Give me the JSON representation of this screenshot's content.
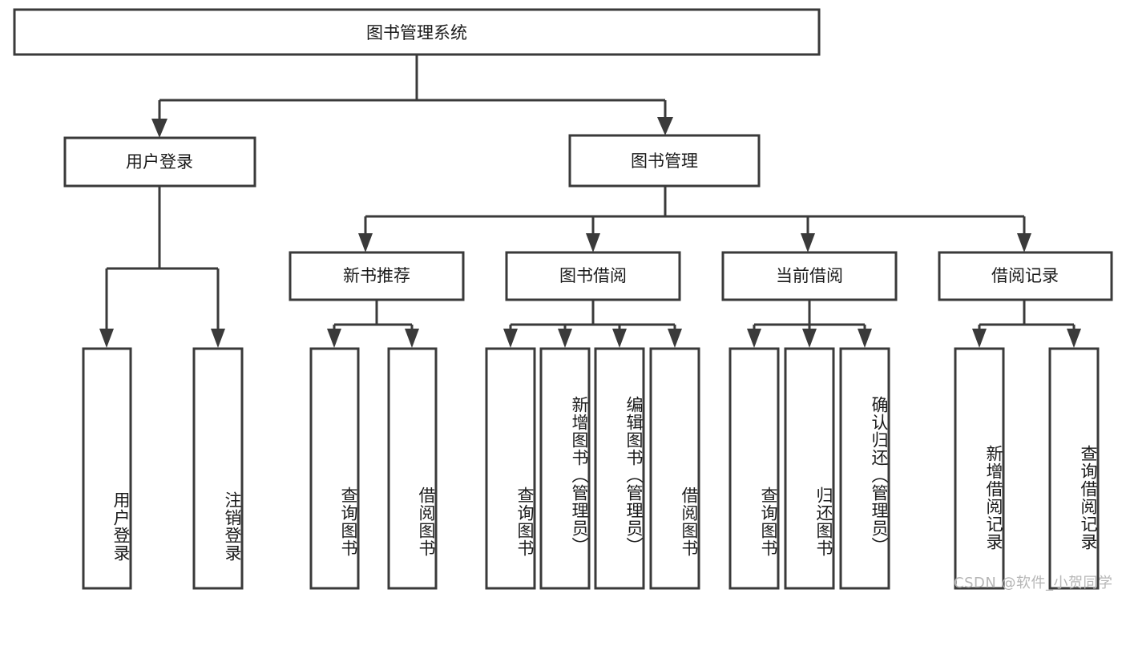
{
  "diagram": {
    "type": "tree-hierarchy",
    "title": "图书管理系统",
    "colors": {
      "box_stroke": "#3a3a3a",
      "box_fill": "#ffffff",
      "connector": "#3a3a3a",
      "text": "#1a1a1a",
      "watermark": "#b6b6b6",
      "background": "#ffffff"
    },
    "root": {
      "id": "root",
      "label": "图书管理系统",
      "orientation": "horizontal"
    },
    "level2": [
      {
        "id": "user-login",
        "label": "用户登录",
        "orientation": "horizontal"
      },
      {
        "id": "book-manage",
        "label": "图书管理",
        "orientation": "horizontal"
      }
    ],
    "level3": [
      {
        "id": "new-book-recommend",
        "label": "新书推荐",
        "orientation": "horizontal",
        "parent": "book-manage"
      },
      {
        "id": "book-borrow",
        "label": "图书借阅",
        "orientation": "horizontal",
        "parent": "book-manage"
      },
      {
        "id": "current-borrow",
        "label": "当前借阅",
        "orientation": "horizontal",
        "parent": "book-manage"
      },
      {
        "id": "borrow-record",
        "label": "借阅记录",
        "orientation": "horizontal",
        "parent": "book-manage"
      }
    ],
    "leaves": [
      {
        "id": "leaf-user-login",
        "label": "用户登录",
        "orientation": "vertical",
        "parent": "user-login"
      },
      {
        "id": "leaf-logout",
        "label": "注销登录",
        "orientation": "vertical",
        "parent": "user-login"
      },
      {
        "id": "leaf-query-book-1",
        "label": "查询图书",
        "orientation": "vertical",
        "parent": "new-book-recommend"
      },
      {
        "id": "leaf-borrow-book-1",
        "label": "借阅图书",
        "orientation": "vertical",
        "parent": "new-book-recommend"
      },
      {
        "id": "leaf-query-book-2",
        "label": "查询图书",
        "orientation": "vertical",
        "parent": "book-borrow"
      },
      {
        "id": "leaf-add-book",
        "label": "新增图书（管理员）",
        "orientation": "vertical",
        "parent": "book-borrow"
      },
      {
        "id": "leaf-edit-book",
        "label": "编辑图书（管理员）",
        "orientation": "vertical",
        "parent": "book-borrow"
      },
      {
        "id": "leaf-borrow-book-2",
        "label": "借阅图书",
        "orientation": "vertical",
        "parent": "book-borrow"
      },
      {
        "id": "leaf-query-book-3",
        "label": "查询图书",
        "orientation": "vertical",
        "parent": "current-borrow"
      },
      {
        "id": "leaf-return-book",
        "label": "归还图书",
        "orientation": "vertical",
        "parent": "current-borrow"
      },
      {
        "id": "leaf-confirm-return",
        "label": "确认归还（管理员）",
        "orientation": "vertical",
        "parent": "current-borrow"
      },
      {
        "id": "leaf-add-record",
        "label": "新增借阅记录",
        "orientation": "vertical",
        "parent": "borrow-record"
      },
      {
        "id": "leaf-query-record",
        "label": "查询借阅记录",
        "orientation": "vertical",
        "parent": "borrow-record"
      }
    ]
  },
  "watermark": {
    "text": "CSDN @软件_小贺同学"
  }
}
